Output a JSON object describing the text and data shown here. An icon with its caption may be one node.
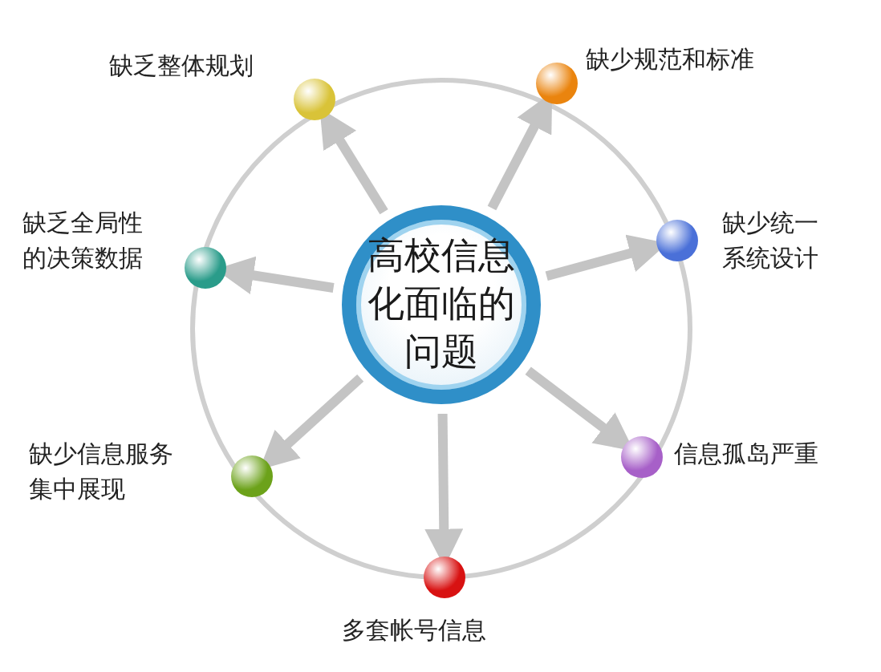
{
  "diagram": {
    "nodes": [
      {
        "text": [
          "高校信息化面临的问题"
        ]
      },
      {
        "text": [
          "缺乏整体规划"
        ]
      },
      {
        "text": [
          "缺少规范和标准"
        ]
      },
      {
        "text": [
          "缺乏全局性的决策数据"
        ]
      },
      {
        "text": [
          "缺少统一系统设计"
        ]
      },
      {
        "text": [
          "缺少信息服务集中展现"
        ]
      },
      {
        "text": [
          "信息孤岛严重"
        ]
      },
      {
        "text": [
          "多套帐号信息"
        ]
      }
    ],
    "edges": [
      {
        "from": 0,
        "to": 1,
        "arrow": "to"
      },
      {
        "from": 0,
        "to": 2,
        "arrow": "to"
      },
      {
        "from": 0,
        "to": 3,
        "arrow": "to"
      },
      {
        "from": 0,
        "to": 4,
        "arrow": "to"
      },
      {
        "from": 0,
        "to": 5,
        "arrow": "to"
      },
      {
        "from": 0,
        "to": 6,
        "arrow": "to"
      },
      {
        "from": 0,
        "to": 7,
        "arrow": "to"
      }
    ]
  }
}
